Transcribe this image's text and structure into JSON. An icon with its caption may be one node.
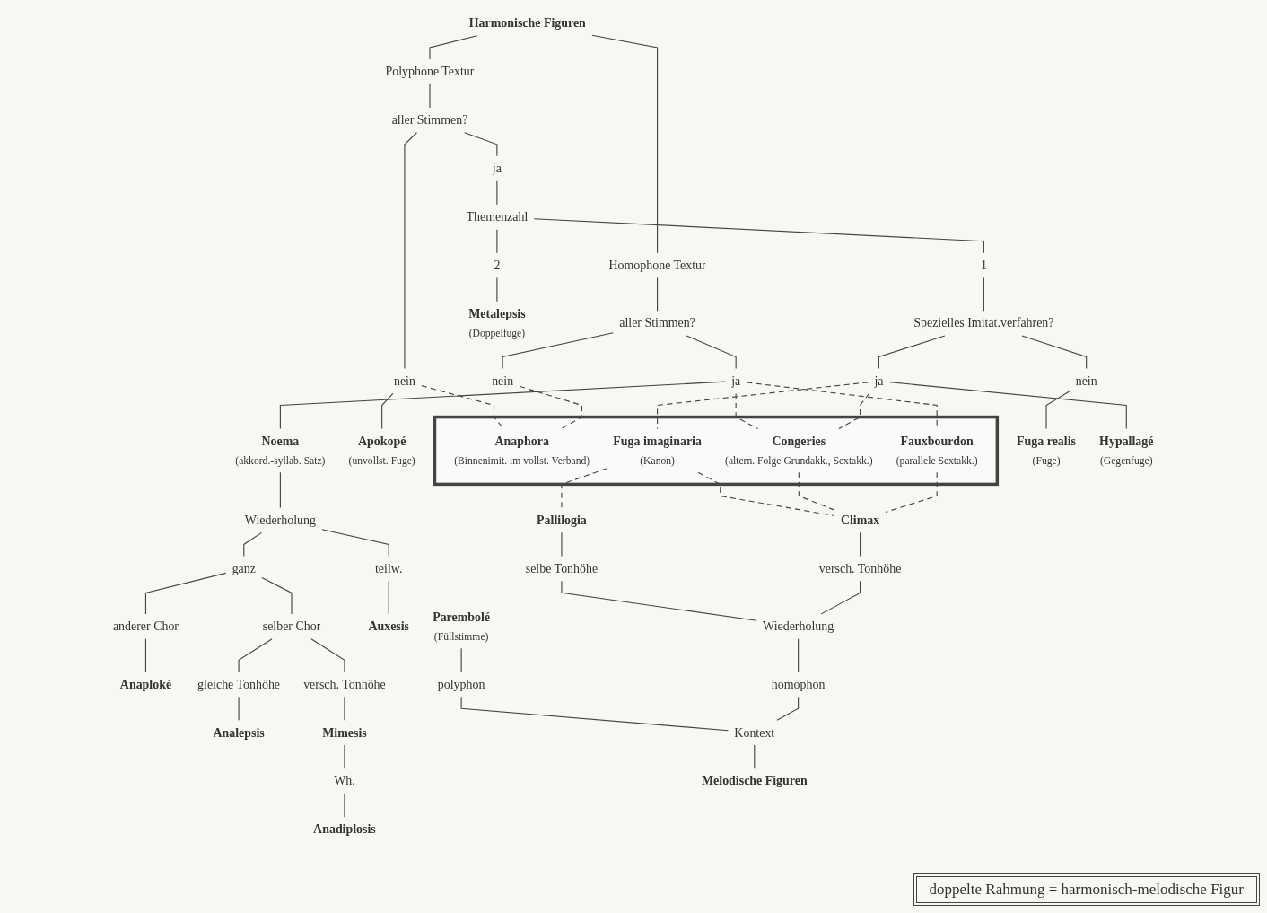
{
  "diagram": {
    "nodes": [
      {
        "text": [
          "Harmonische Figuren"
        ]
      },
      {
        "text": [
          "Polyphone Textur"
        ]
      },
      {
        "text": [
          "Homophone Textur"
        ]
      },
      {
        "text": [
          "aller Stimmen?"
        ]
      },
      {
        "text": [
          "aller Stimmen?"
        ]
      },
      {
        "text": [
          "ja"
        ]
      },
      {
        "text": [
          "nein"
        ]
      },
      {
        "text": [
          "nein"
        ]
      },
      {
        "text": [
          "ja"
        ]
      },
      {
        "text": [
          "Themenzahl"
        ]
      },
      {
        "text": [
          "Apokopé",
          "(unvollst. Fuge)"
        ]
      },
      {
        "text": [],
        "shape": "box"
      },
      {
        "text": [
          "Anaphora",
          "(Binnenimit. im vollst. Verband)"
        ],
        "in": 11
      },
      {
        "text": [
          "Noema",
          "(akkord.-syllab. Satz)"
        ]
      },
      {
        "text": [
          "2"
        ]
      },
      {
        "text": [
          "1"
        ]
      },
      {
        "text": [
          "Wiederholung"
        ]
      },
      {
        "text": [
          "ganz"
        ]
      },
      {
        "text": [
          "teilw."
        ]
      },
      {
        "text": [
          "Metalepsis",
          "(Doppelfuge)"
        ]
      },
      {
        "text": [
          "Spezielles Imitat.verfahren?"
        ]
      },
      {
        "text": [
          "Congeries",
          "(altern. Folge Grundakk., Sextakk.)"
        ],
        "in": 11
      },
      {
        "text": [
          "anderer Chor"
        ]
      },
      {
        "text": [
          "selber Chor"
        ]
      },
      {
        "text": [
          "Auxesis"
        ]
      },
      {
        "text": [
          "nein"
        ]
      },
      {
        "text": [
          "ja"
        ]
      },
      {
        "text": [
          "Fuga realis",
          "(Fuge)"
        ]
      },
      {
        "text": [
          "Hypallagé",
          "(Gegenfuge)"
        ]
      },
      {
        "text": [
          "Fauxbourdon",
          "(parallele Sextakk.)"
        ],
        "in": 11
      },
      {
        "text": [
          "Anaploké"
        ]
      },
      {
        "text": [
          "gleiche Tonhöhe"
        ]
      },
      {
        "text": [
          "versch. Tonhöhe"
        ]
      },
      {
        "text": [
          "Analepsis"
        ]
      },
      {
        "text": [
          "Mimesis"
        ]
      },
      {
        "text": [
          "Wh."
        ]
      },
      {
        "text": [
          "Fuga imaginaria",
          "(Kanon)"
        ],
        "in": 11
      },
      {
        "text": [
          "Anadiplosis"
        ]
      },
      {
        "text": [
          "Pallilogia"
        ]
      },
      {
        "text": [
          "Climax"
        ]
      },
      {
        "text": [
          "selbe Tonhöhe"
        ]
      },
      {
        "text": [
          "versch. Tonhöhe"
        ]
      },
      {
        "text": [
          "Parembolé",
          "(Füllstimme)"
        ]
      },
      {
        "text": [
          "Wiederholung"
        ]
      },
      {
        "text": [
          "polyphon"
        ]
      },
      {
        "text": [
          "homophon"
        ]
      },
      {
        "text": [
          "Kontext"
        ]
      },
      {
        "text": [
          "Melodische Figuren"
        ]
      }
    ],
    "edges": [
      {
        "from": 0,
        "to": 1,
        "arrow": "none"
      },
      {
        "from": 0,
        "to": 2,
        "arrow": "none"
      },
      {
        "from": 1,
        "to": 3,
        "arrow": "none"
      },
      {
        "from": 2,
        "to": 4,
        "arrow": "none"
      },
      {
        "from": 3,
        "to": 5,
        "arrow": "none"
      },
      {
        "from": 3,
        "to": 6,
        "arrow": "none"
      },
      {
        "from": 4,
        "to": 7,
        "arrow": "none"
      },
      {
        "from": 4,
        "to": 8,
        "arrow": "none"
      },
      {
        "from": 5,
        "to": 9,
        "arrow": "none"
      },
      {
        "from": 6,
        "to": 10,
        "arrow": "none"
      },
      {
        "from": 6,
        "to": 12,
        "arrow": "none",
        "style": "dashed"
      },
      {
        "from": 7,
        "to": 12,
        "arrow": "none",
        "style": "dashed"
      },
      {
        "from": 8,
        "to": 13,
        "arrow": "none"
      },
      {
        "from": 8,
        "to": 21,
        "arrow": "none",
        "style": "dashed"
      },
      {
        "from": 8,
        "to": 29,
        "arrow": "none",
        "style": "dashed"
      },
      {
        "from": 9,
        "to": 14,
        "arrow": "none"
      },
      {
        "from": 9,
        "to": 15,
        "arrow": "none"
      },
      {
        "from": 14,
        "to": 19,
        "arrow": "none"
      },
      {
        "from": 15,
        "to": 20,
        "arrow": "none"
      },
      {
        "from": 13,
        "to": 16,
        "arrow": "none"
      },
      {
        "from": 16,
        "to": 17,
        "arrow": "none"
      },
      {
        "from": 16,
        "to": 18,
        "arrow": "none"
      },
      {
        "from": 17,
        "to": 22,
        "arrow": "none"
      },
      {
        "from": 17,
        "to": 23,
        "arrow": "none"
      },
      {
        "from": 18,
        "to": 24,
        "arrow": "none"
      },
      {
        "from": 20,
        "to": 25,
        "arrow": "none"
      },
      {
        "from": 20,
        "to": 26,
        "arrow": "none"
      },
      {
        "from": 26,
        "to": 21,
        "arrow": "none",
        "style": "dashed"
      },
      {
        "from": 26,
        "to": 36,
        "arrow": "none",
        "style": "dashed"
      },
      {
        "from": 22,
        "to": 30,
        "arrow": "none"
      },
      {
        "from": 23,
        "to": 31,
        "arrow": "none"
      },
      {
        "from": 23,
        "to": 32,
        "arrow": "none"
      },
      {
        "from": 25,
        "to": 27,
        "arrow": "none"
      },
      {
        "from": 26,
        "to": 28,
        "arrow": "none"
      },
      {
        "from": 31,
        "to": 33,
        "arrow": "none"
      },
      {
        "from": 32,
        "to": 34,
        "arrow": "none"
      },
      {
        "from": 34,
        "to": 35,
        "arrow": "none"
      },
      {
        "from": 35,
        "to": 37,
        "arrow": "none"
      },
      {
        "from": 36,
        "to": 38,
        "arrow": "none",
        "style": "dashed"
      },
      {
        "from": 36,
        "to": 39,
        "arrow": "none",
        "style": "dashed"
      },
      {
        "from": 21,
        "to": 39,
        "arrow": "none",
        "style": "dashed"
      },
      {
        "from": 29,
        "to": 39,
        "arrow": "none",
        "style": "dashed"
      },
      {
        "from": 38,
        "to": 40,
        "arrow": "none"
      },
      {
        "from": 39,
        "to": 41,
        "arrow": "none"
      },
      {
        "from": 40,
        "to": 43,
        "arrow": "none"
      },
      {
        "from": 41,
        "to": 43,
        "arrow": "none"
      },
      {
        "from": 42,
        "to": 44,
        "arrow": "none"
      },
      {
        "from": 43,
        "to": 45,
        "arrow": "none"
      },
      {
        "from": 44,
        "to": 46,
        "arrow": "none"
      },
      {
        "from": 45,
        "to": 46,
        "arrow": "none"
      },
      {
        "from": 46,
        "to": 47,
        "arrow": "none"
      }
    ],
    "legend": [
      {
        "text": "doppelte Rahmung = harmonisch-melodische Figur"
      }
    ]
  }
}
